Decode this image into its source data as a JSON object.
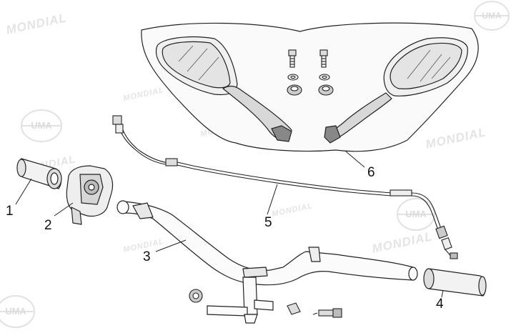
{
  "watermark": {
    "brand": "MONDIAL",
    "logo_text": "UMA"
  },
  "callouts": [
    {
      "id": "1",
      "label": "1"
    },
    {
      "id": "2",
      "label": "2"
    },
    {
      "id": "3",
      "label": "3"
    },
    {
      "id": "4",
      "label": "4"
    },
    {
      "id": "5",
      "label": "5"
    },
    {
      "id": "6",
      "label": "6"
    }
  ]
}
